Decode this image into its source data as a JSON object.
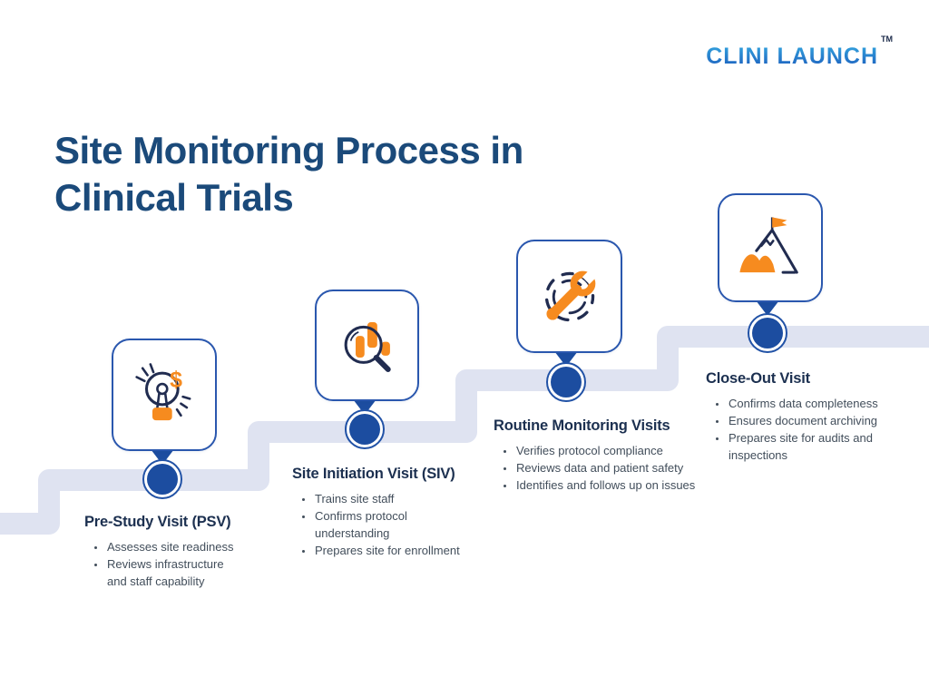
{
  "logo": {
    "text": "CLINI LAUNCH",
    "tm": "TM"
  },
  "title": "Site Monitoring Process in Clinical Trials",
  "steps": [
    {
      "title": "Pre-Study Visit (PSV)",
      "icon": "lightbulb-dollar-icon",
      "icon_dollar_glyph": "$",
      "bullets": [
        "Assesses site readiness",
        "Reviews infrastructure and staff capability"
      ]
    },
    {
      "title": "Site Initiation Visit (SIV)",
      "icon": "magnifier-chart-icon",
      "bullets": [
        "Trains site staff",
        "Confirms protocol understanding",
        "Prepares site for enrollment"
      ]
    },
    {
      "title": "Routine Monitoring Visits",
      "icon": "gear-wrench-icon",
      "bullets": [
        "Verifies protocol compliance",
        "Reviews data and patient safety",
        "Identifies and follows up on issues"
      ]
    },
    {
      "title": "Close-Out Visit",
      "icon": "mountain-flag-icon",
      "bullets": [
        "Confirms data completeness",
        "Ensures document archiving",
        "Prepares site for audits and inspections"
      ]
    }
  ],
  "colors": {
    "accent_orange": "#f68b1f",
    "node_blue": "#1c4da0",
    "card_border_blue": "#2a57ae",
    "stair_band": "#dfe3f1",
    "main_title_navy": "#1b4a7a",
    "step_title_navy": "#1c3050",
    "bullet_gray": "#424e5b",
    "logo_blue_light": "#35a8e0",
    "logo_blue_dark": "#1e63c0"
  }
}
